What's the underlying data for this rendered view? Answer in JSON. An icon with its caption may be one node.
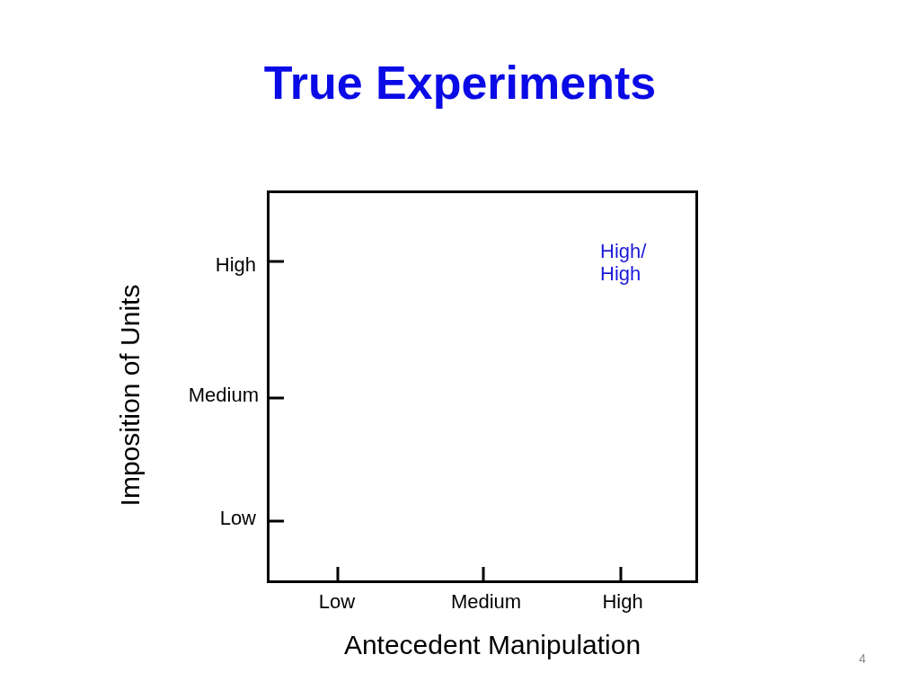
{
  "diagram": {
    "title": "True Experiments",
    "labels": [
      "High/ High",
      "High",
      "Imposition of Units",
      "Medium",
      "Low",
      "Low",
      "Medium",
      "High",
      "Antecedent Manipulation",
      "4"
    ]
  }
}
